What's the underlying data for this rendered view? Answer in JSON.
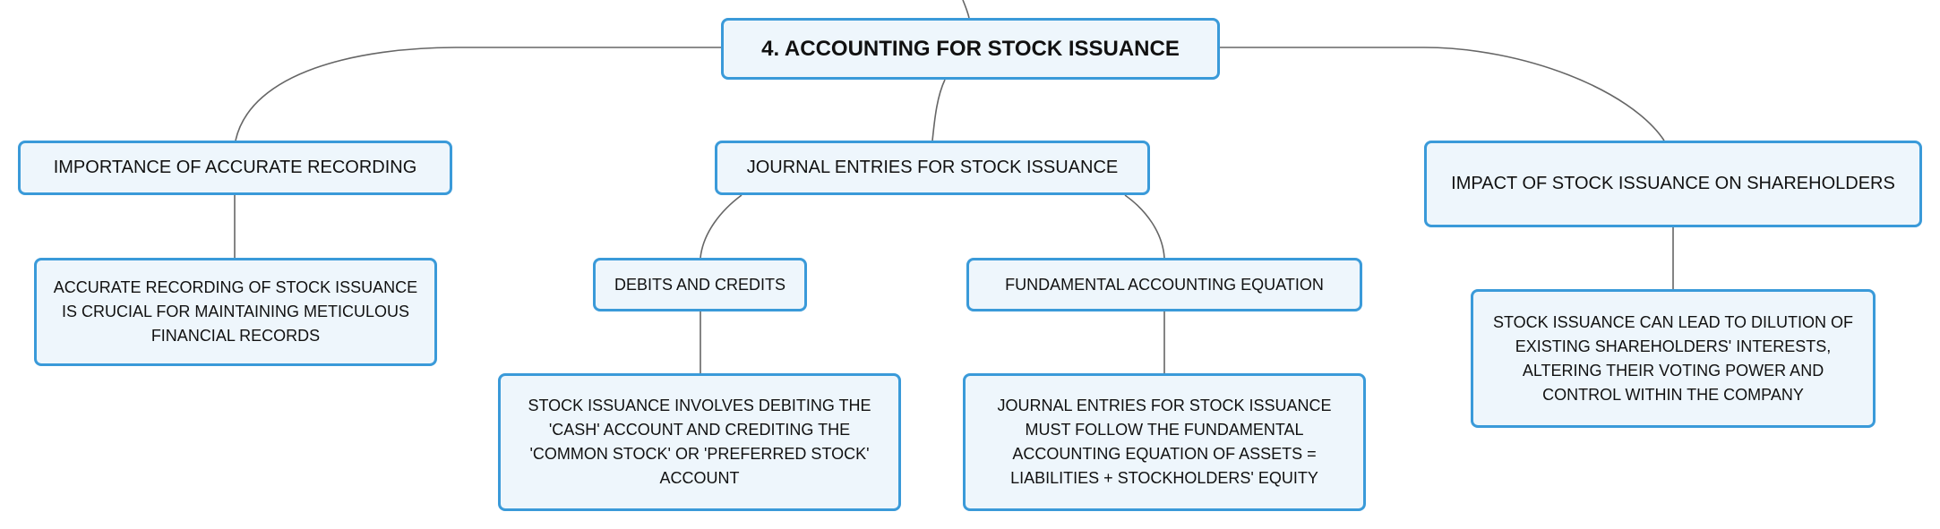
{
  "diagram": {
    "root": {
      "label": "4. ACCOUNTING FOR STOCK ISSUANCE"
    },
    "branches": [
      {
        "label": "IMPORTANCE OF ACCURATE RECORDING",
        "children": [
          {
            "label": "ACCURATE RECORDING OF STOCK ISSUANCE IS CRUCIAL FOR MAINTAINING METICULOUS FINANCIAL RECORDS"
          }
        ]
      },
      {
        "label": "JOURNAL ENTRIES FOR STOCK ISSUANCE",
        "children": [
          {
            "label": "DEBITS AND CREDITS",
            "children": [
              {
                "label": "STOCK ISSUANCE INVOLVES DEBITING THE 'CASH' ACCOUNT AND CREDITING THE 'COMMON STOCK' OR 'PREFERRED STOCK' ACCOUNT"
              }
            ]
          },
          {
            "label": "FUNDAMENTAL ACCOUNTING EQUATION",
            "children": [
              {
                "label": "JOURNAL ENTRIES FOR STOCK ISSUANCE MUST FOLLOW THE FUNDAMENTAL ACCOUNTING EQUATION OF ASSETS = LIABILITIES + STOCKHOLDERS' EQUITY"
              }
            ]
          }
        ]
      },
      {
        "label": "IMPACT OF STOCK ISSUANCE ON SHAREHOLDERS",
        "children": [
          {
            "label": "STOCK ISSUANCE CAN LEAD TO DILUTION OF EXISTING SHAREHOLDERS' INTERESTS, ALTERING THEIR VOTING POWER AND CONTROL WITHIN THE COMPANY"
          }
        ]
      }
    ]
  },
  "colors": {
    "node_border": "#3a9ad9",
    "node_fill": "#eef6fc",
    "connector": "#666666",
    "text": "#111111"
  }
}
